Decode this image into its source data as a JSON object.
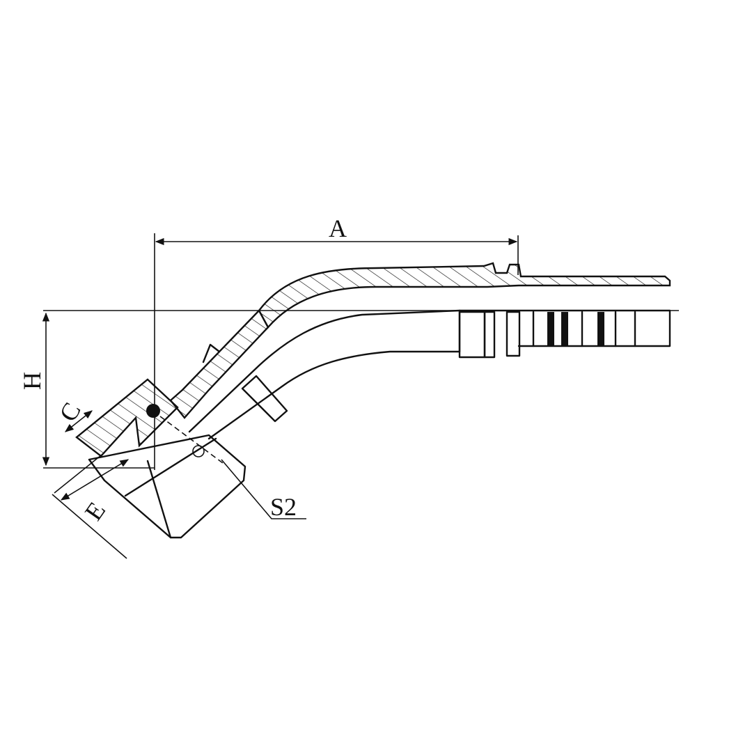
{
  "drawing": {
    "line_color": "#111111",
    "background": "#ffffff",
    "labels": {
      "dim_a": "A",
      "dim_h": "H",
      "dim_c": "C",
      "dim_e": "E",
      "callout_s2": "S2"
    }
  }
}
